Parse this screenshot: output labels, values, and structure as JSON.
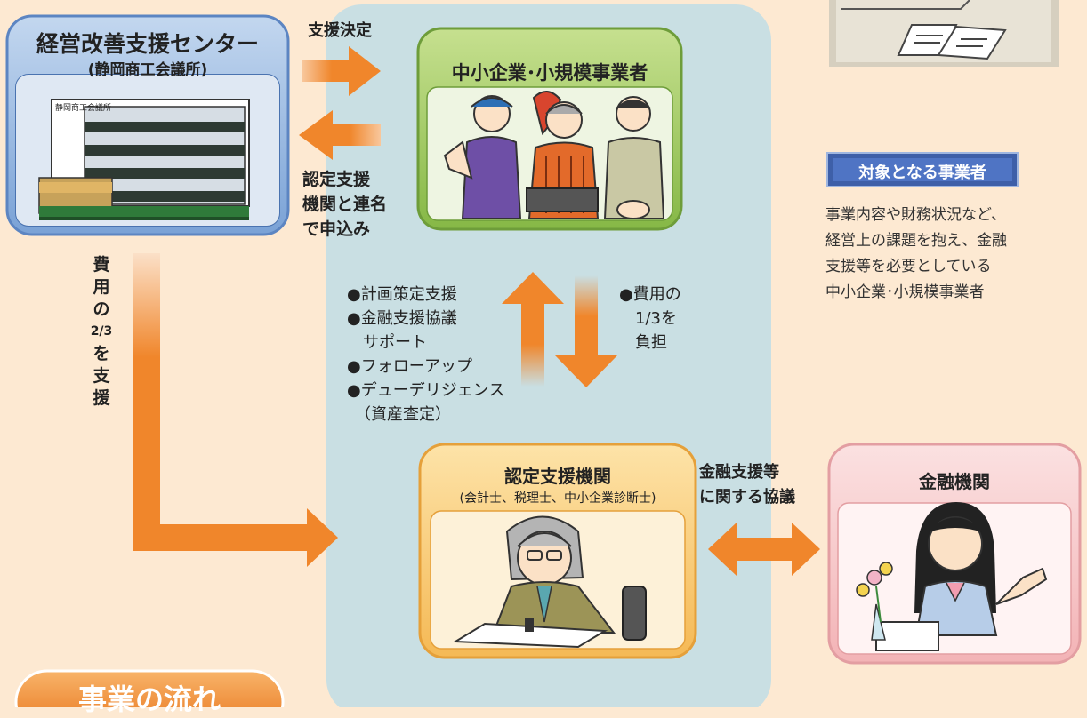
{
  "nodes": {
    "center": {
      "title": "経営改善支援センター",
      "subtitle": "(静岡商工会議所)",
      "sign": "静岡商工会議所"
    },
    "sme": {
      "title": "中小企業･小規模事業者"
    },
    "agency": {
      "title": "認定支援機関",
      "subtitle": "(会計士、税理士、中小企業診断士)"
    },
    "bank": {
      "title": "金融機関"
    }
  },
  "edges": {
    "decision": "支援決定",
    "apply": [
      "認定支援",
      "機関と連名",
      "で申込み"
    ],
    "two_thirds": [
      "費",
      "用",
      "の",
      "2/3",
      "を",
      "支",
      "援"
    ],
    "support_items": [
      "●計画策定支援",
      "●金融支援協議",
      "　サポート",
      "●フォローアップ",
      "●デューデリジェンス",
      "　（資産査定）"
    ],
    "one_third": [
      "●費用の",
      "　1/3を",
      "　負担"
    ],
    "finance": [
      "金融支援等",
      "に関する協議"
    ]
  },
  "target": {
    "badge": "対象となる事業者",
    "description": [
      "事業内容や財務状況など、",
      "経営上の課題を抱え、金融",
      "支援等を必要としている",
      "中小企業･小規模事業者"
    ]
  },
  "footer": {
    "label": "事業の流れ"
  },
  "colors": {
    "background": "#fde9d2",
    "panel": "#c9dfe3",
    "arrow": "#f0862b",
    "center_box": "#9dbbe0",
    "sme_box": "#a6cc63",
    "agency_box": "#f9cf84",
    "bank_box": "#f7c6c7",
    "badge": "#3e5fa8"
  },
  "icons": [
    "building-illustration",
    "workers-illustration",
    "accountant-illustration",
    "bank-clerk-illustration",
    "documents-illustration"
  ]
}
